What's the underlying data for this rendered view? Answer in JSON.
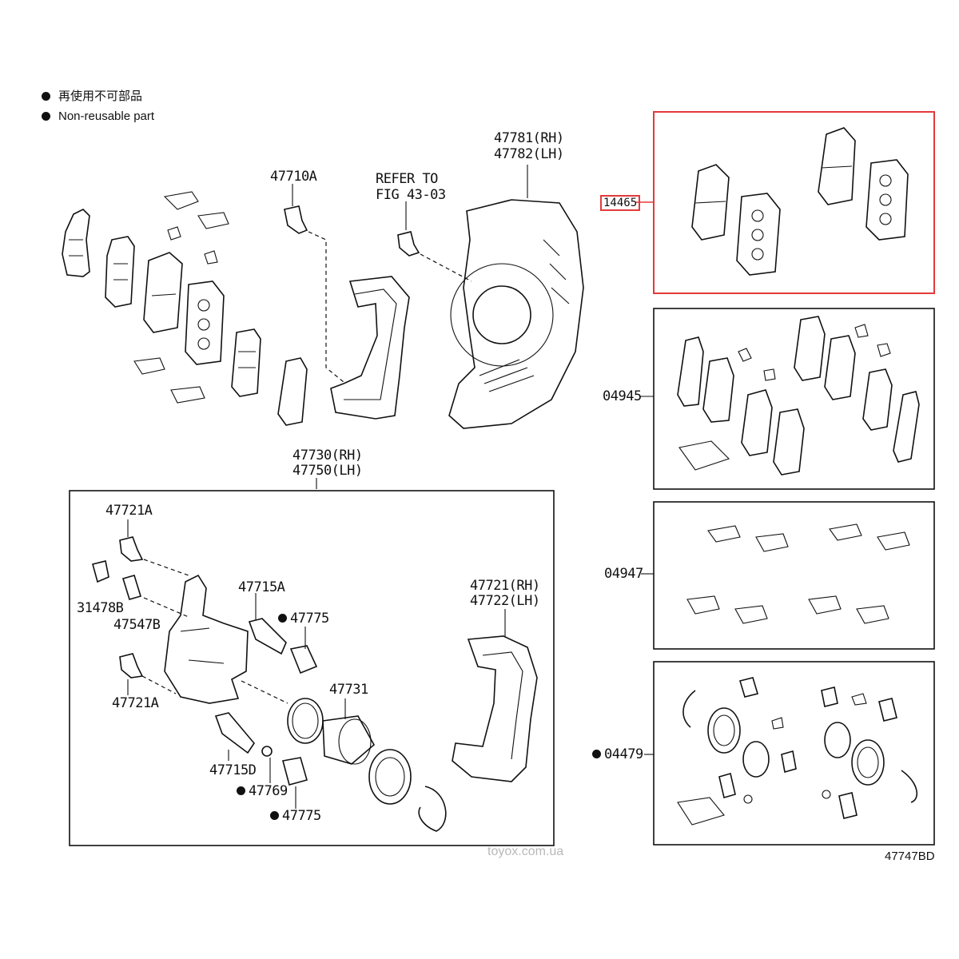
{
  "legend": {
    "chinese": "再使用不可部品",
    "english": "Non-reusable part"
  },
  "labels": {
    "bolt_47710A": "47710A",
    "refer_line1": "REFER TO",
    "refer_line2": "FIG 43-03",
    "cover_rh": "47781(RH)",
    "cover_lh": "47782(LH)",
    "cyl_rh": "47730(RH)",
    "cyl_lh": "47750(LH)",
    "bolt_47721A_top": "47721A",
    "p31478B": "31478B",
    "p47547B": "47547B",
    "bolt_47721A_bottom": "47721A",
    "p47715A": "47715A",
    "p47775_top": "47775",
    "p47731": "47731",
    "mount_rh": "47721(RH)",
    "mount_lh": "47722(LH)",
    "p47715D": "47715D",
    "p47769": "47769",
    "p47775_bottom": "47775",
    "kit_14465": "14465",
    "kit_04945": "04945",
    "kit_04947": "04947",
    "kit_04479": "04479"
  },
  "footer": {
    "watermark": "toyox.com.ua",
    "figure_code": "47747BD"
  },
  "colors": {
    "line": "#111111",
    "highlight": "#e33a3a",
    "watermark": "#b9b9b9"
  }
}
